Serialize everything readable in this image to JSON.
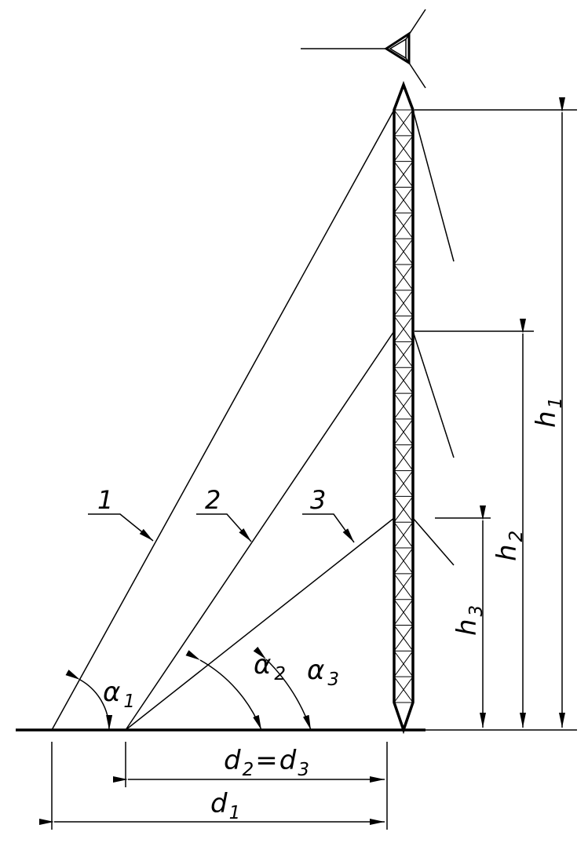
{
  "labels": {
    "guy_1": "1",
    "guy_2": "2",
    "guy_3": "3"
  },
  "angles": {
    "a1": {
      "symbol": "α",
      "sub": "1"
    },
    "a2": {
      "symbol": "α",
      "sub": "2"
    },
    "a3": {
      "symbol": "α",
      "sub": "3"
    }
  },
  "heights": {
    "h1": {
      "symbol": "h",
      "sub": "1"
    },
    "h2": {
      "symbol": "h",
      "sub": "2"
    },
    "h3": {
      "symbol": "h",
      "sub": "3"
    }
  },
  "distances": {
    "d1": {
      "symbol": "d",
      "sub": "1"
    },
    "d23": {
      "symbol": "d",
      "sub": "2",
      "eq": "=",
      "symbol2": "d",
      "sub2": "3"
    }
  }
}
